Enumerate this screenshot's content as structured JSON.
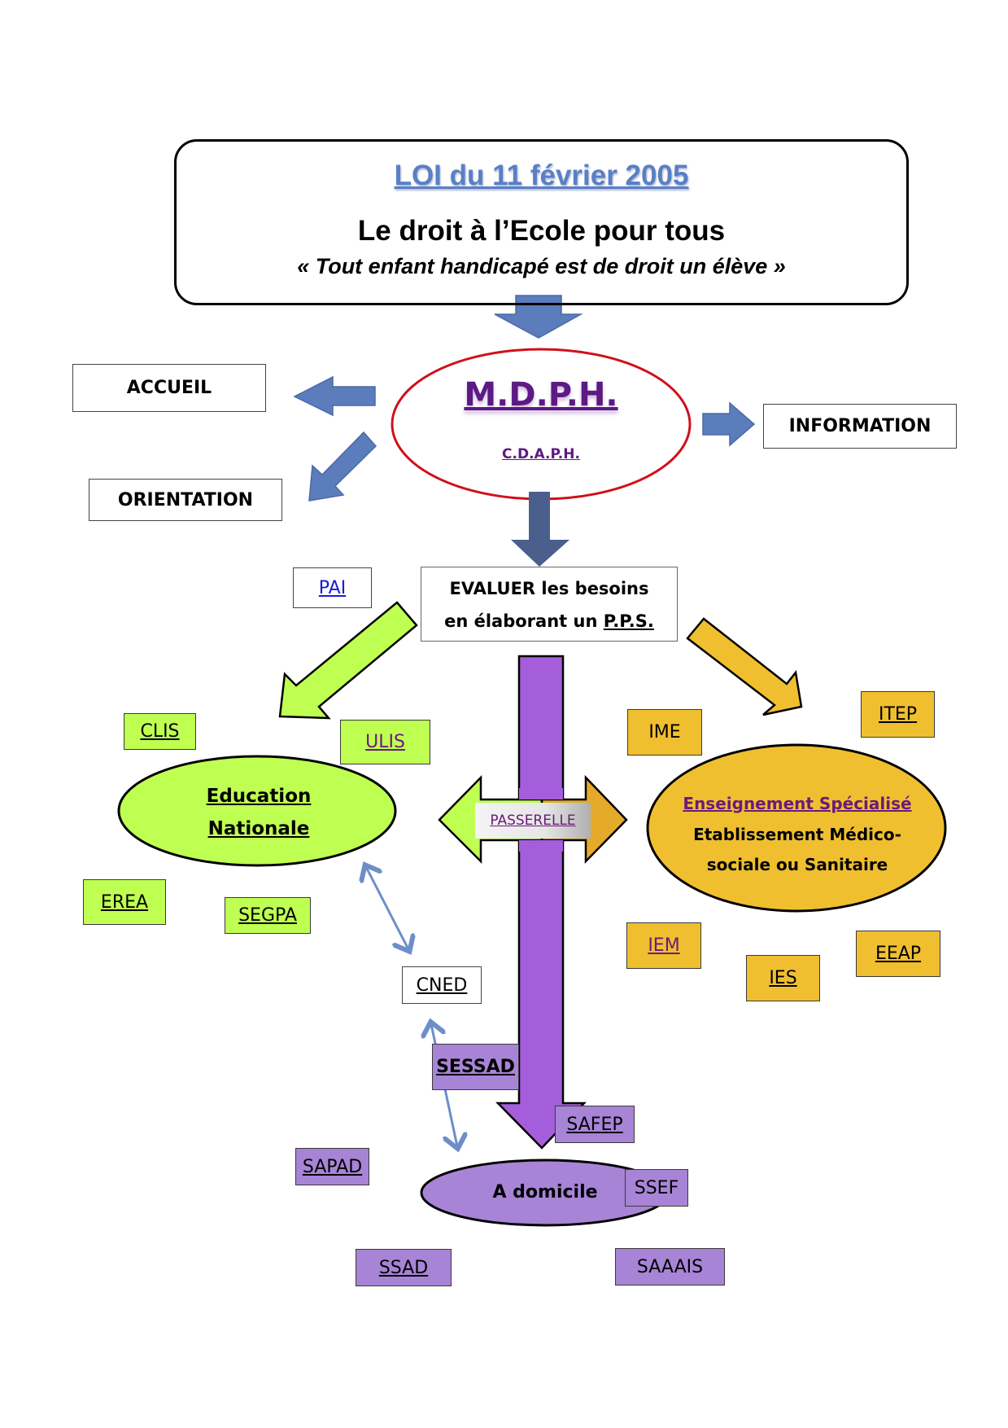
{
  "header": {
    "law_title": "LOI du 11 février 2005",
    "subtitle": "Le droit à l’Ecole pour tous",
    "quote": "« Tout enfant handicapé est de droit un élève »"
  },
  "mdph": {
    "title": "M.D.P.H.",
    "subtitle": "C.D.A.P.H.",
    "outputs": [
      "ACCUEIL",
      "ORIENTATION",
      "INFORMATION"
    ]
  },
  "evaluation": {
    "line1": "EVALUER les besoins",
    "line2_prefix": "en élaborant un ",
    "line2_link": "P.P.S.",
    "pai": "PAI"
  },
  "education_nationale": {
    "label_line1": "Education",
    "label_line2": "Nationale",
    "items": [
      "CLIS",
      "ULIS",
      "EREA",
      "SEGPA"
    ]
  },
  "passerelle": "PASSERELLE",
  "enseignement_specialise": {
    "title": "Enseignement Spécialisé",
    "line1": "Etablissement Médico-",
    "line2": "sociale ou Sanitaire",
    "items": [
      "IME",
      "ITEP",
      "IEM",
      "IES",
      "EEAP"
    ]
  },
  "cned": "CNED",
  "domicile": {
    "label": "A domicile",
    "items": [
      "SESSAD",
      "SAFEP",
      "SAPAD",
      "SSEF",
      "SSAD",
      "SAAAIS"
    ]
  },
  "colors": {
    "blue_arrow": "#5b7dbb",
    "mdph_border": "#d0101a",
    "green": "#bfff52",
    "orange": "#f0bf30",
    "purple_fill": "#a784d6",
    "purple_arrow": "#a55edb"
  }
}
